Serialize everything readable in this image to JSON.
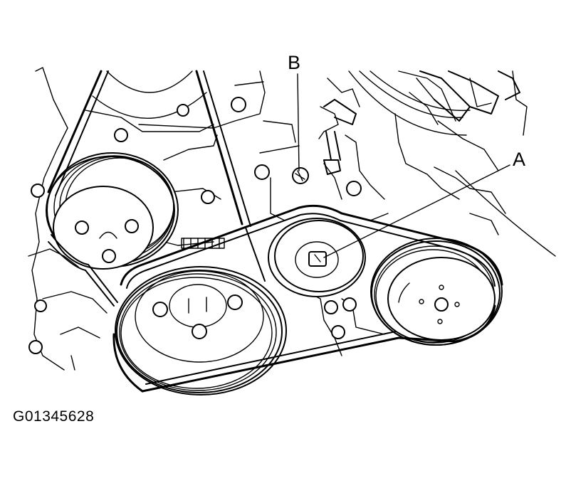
{
  "callouts": {
    "a": "A",
    "b": "B"
  },
  "figure_id": "G01345628",
  "colors": {
    "line": "#000000",
    "background": "#ffffff"
  }
}
